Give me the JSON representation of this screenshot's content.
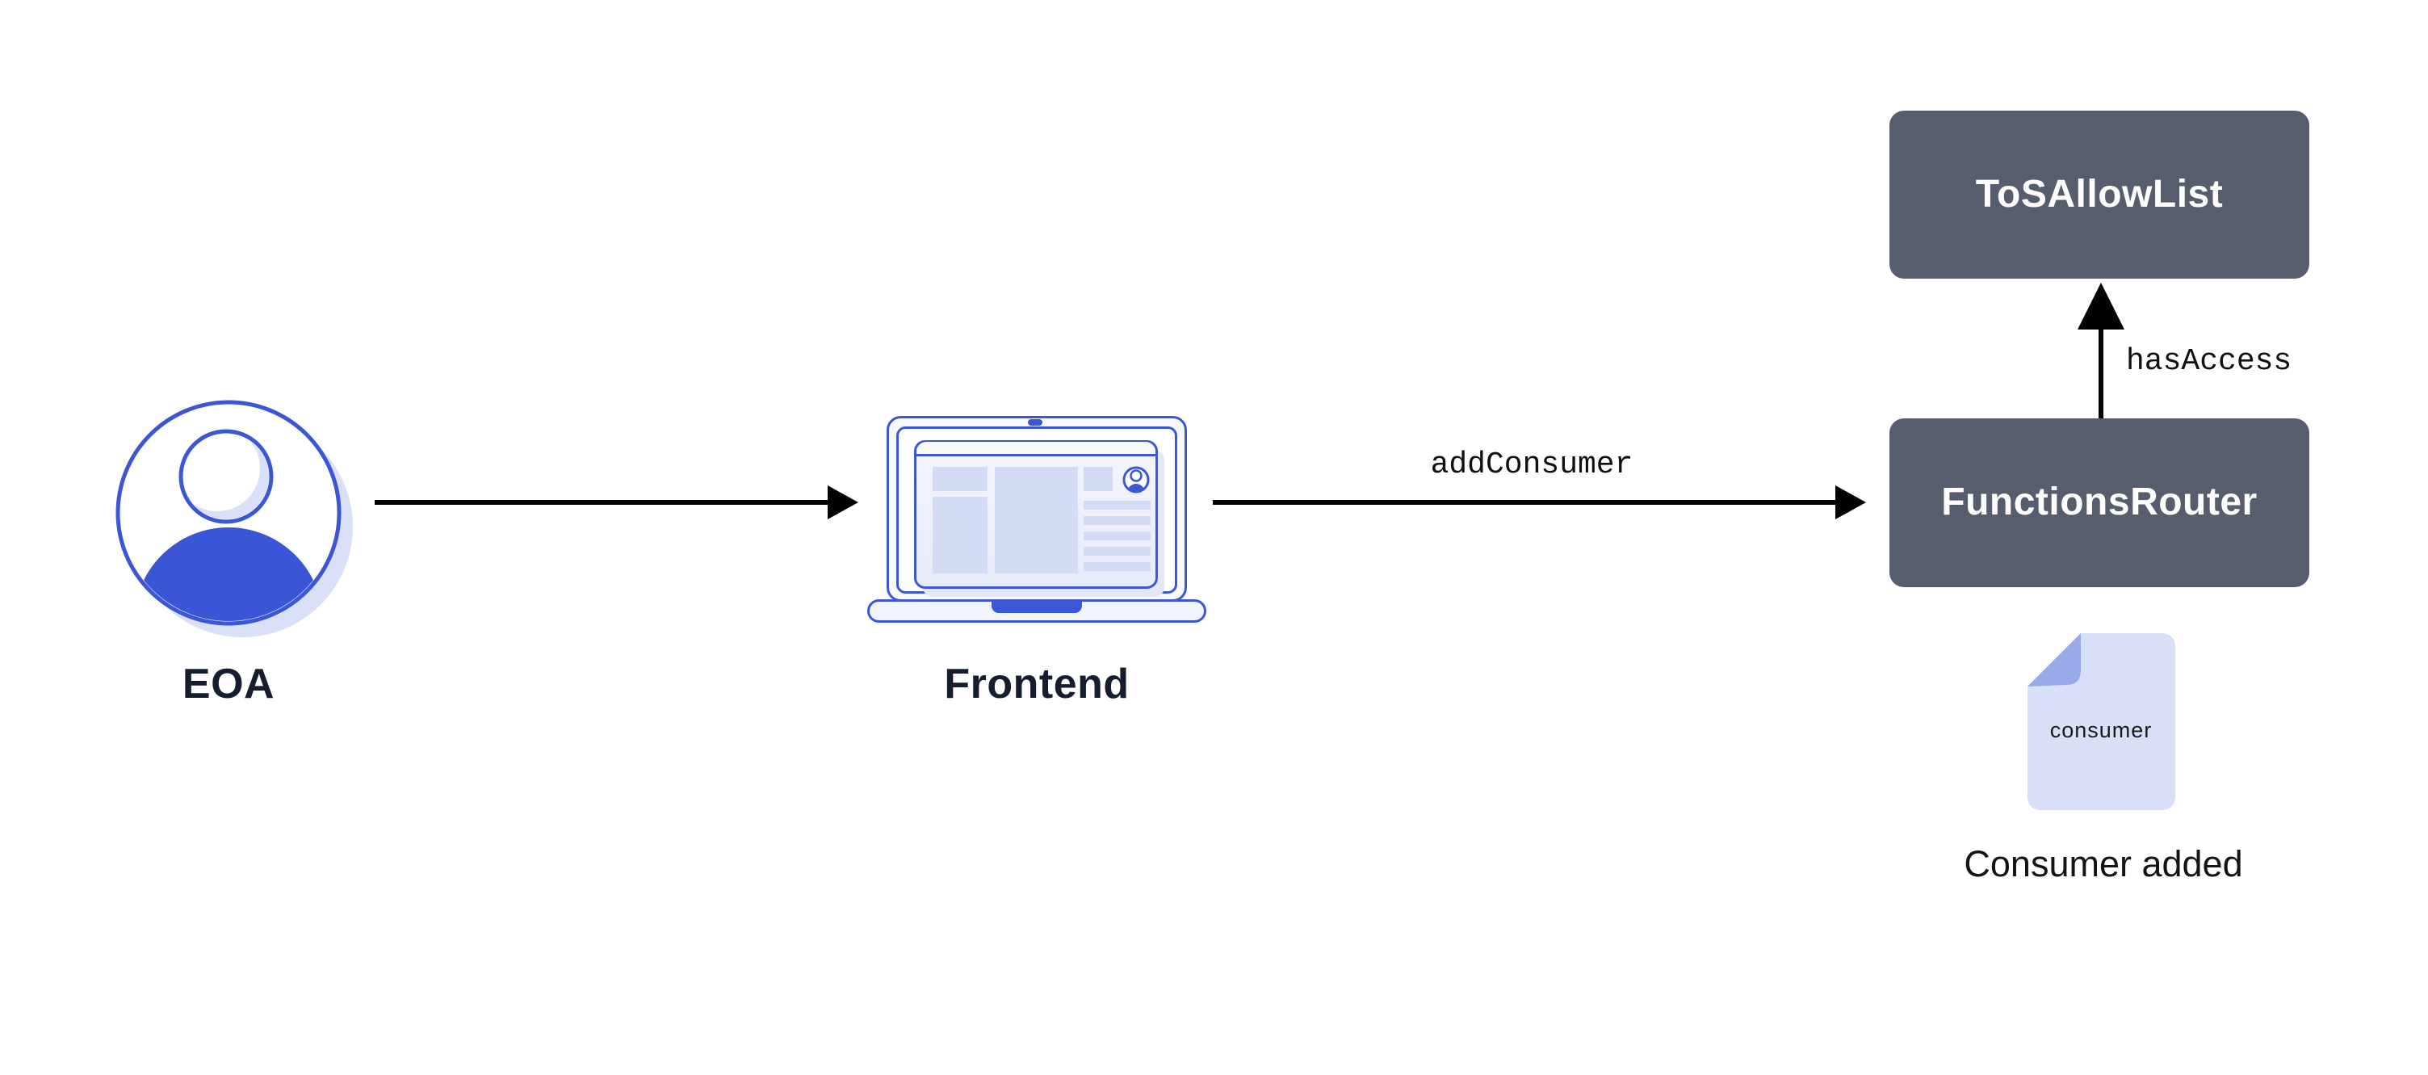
{
  "diagram": {
    "nodes": {
      "eoa": {
        "label": "EOA",
        "icon": "user-avatar-icon"
      },
      "frontend": {
        "label": "Frontend",
        "icon": "laptop-icon"
      },
      "functions_router": {
        "label": "FunctionsRouter",
        "type": "contract-box"
      },
      "tos_allow_list": {
        "label": "ToSAllowList",
        "type": "contract-box"
      },
      "consumer_document": {
        "file_label": "consumer",
        "caption": "Consumer added",
        "icon": "document-icon"
      }
    },
    "edges": [
      {
        "from": "EOA",
        "to": "Frontend",
        "label": ""
      },
      {
        "from": "Frontend",
        "to": "FunctionsRouter",
        "label": "addConsumer"
      },
      {
        "from": "FunctionsRouter",
        "to": "ToSAllowList",
        "label": "hasAccess"
      }
    ],
    "colors": {
      "background": "#FFFFFF",
      "contract_box_bg": "#565D6C",
      "contract_box_text": "#FFFFFF",
      "accent_blue_stroke": "#3C57D6",
      "solid_blue_fill": "#3A55D6",
      "lavender_light": "#D9E0F7",
      "lavender_block": "#D3DCF4",
      "fold_periwinkle": "#98A9E9",
      "node_label_navy": "#161D2E",
      "arrow": "#000000"
    }
  }
}
